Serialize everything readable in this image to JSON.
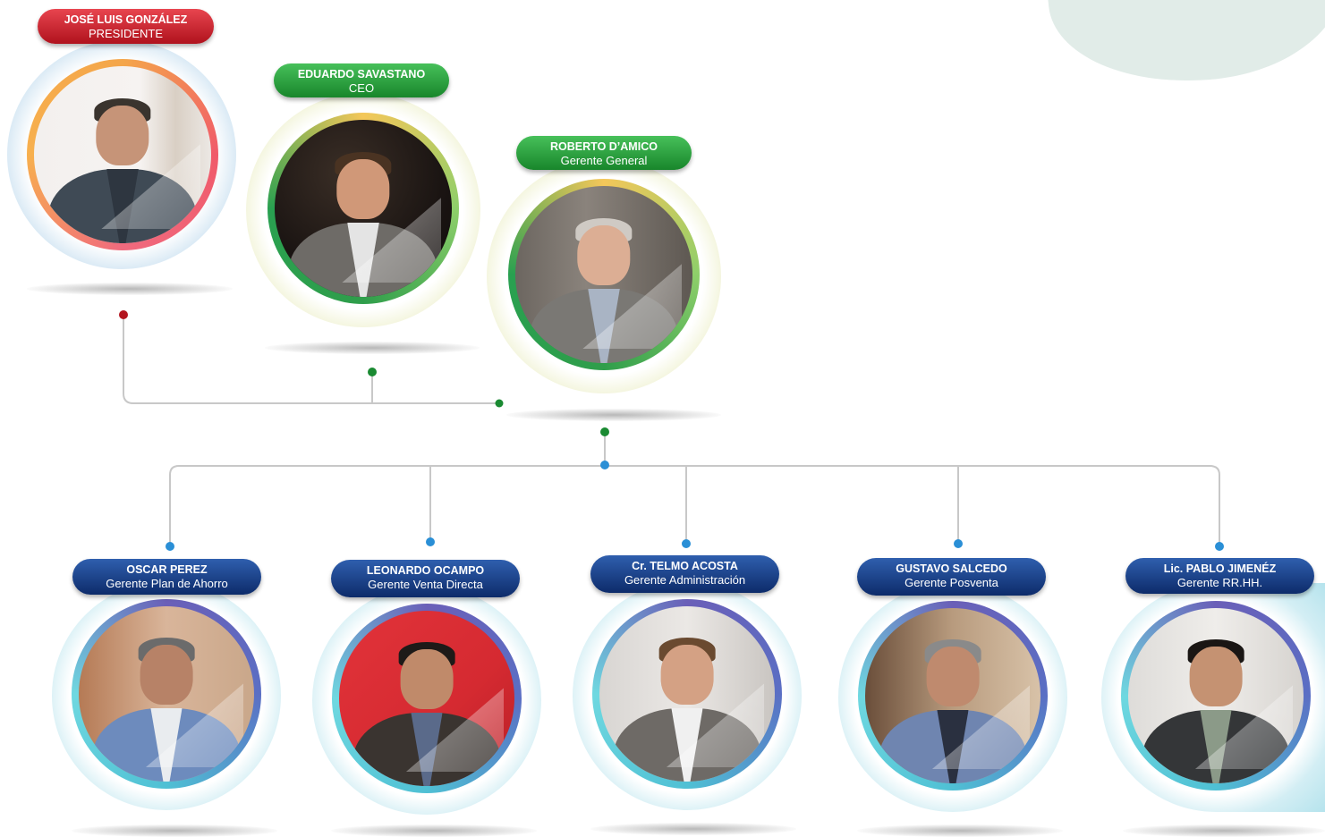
{
  "colors": {
    "connector_line": "#c8c8c8",
    "dot_red": "#b3151f",
    "dot_green": "#1a8a32",
    "dot_blue": "#2a8fd6",
    "pill_red": "#c81e2a",
    "pill_green": "#24a03a",
    "pill_blue": "#153a80"
  },
  "people": [
    {
      "name": "JOSÉ LUIS GONZÁLEZ",
      "role": "PRESIDENTE",
      "icon": "portrait-photo"
    },
    {
      "name": "EDUARDO SAVASTANO",
      "role": "CEO",
      "icon": "portrait-photo"
    },
    {
      "name": "ROBERTO D’AMICO",
      "role": "Gerente General",
      "icon": "portrait-photo"
    },
    {
      "name": "OSCAR PEREZ",
      "role": "Gerente Plan de Ahorro",
      "icon": "portrait-photo"
    },
    {
      "name": "LEONARDO OCAMPO",
      "role": "Gerente Venta Directa",
      "icon": "portrait-photo"
    },
    {
      "name": "Cr. TELMO ACOSTA",
      "role": "Gerente Administración",
      "icon": "portrait-photo"
    },
    {
      "name": "GUSTAVO SALCEDO",
      "role": "Gerente Posventa",
      "icon": "portrait-photo"
    },
    {
      "name": "Lic. PABLO JIMENÉZ",
      "role": "Gerente RR.HH.",
      "icon": "portrait-photo"
    }
  ]
}
